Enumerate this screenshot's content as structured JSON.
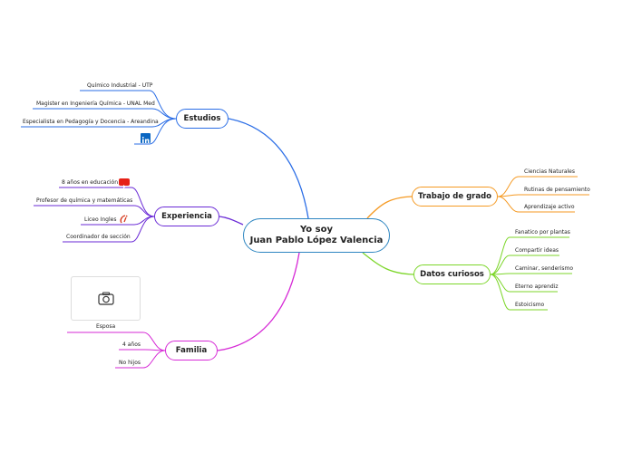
{
  "center": {
    "line1": "Yo soy",
    "line2": "Juan Pablo López Valencia"
  },
  "colors": {
    "estudios": "#2a6de6",
    "experiencia": "#6a2ad6",
    "familia": "#d62ad6",
    "trabajo": "#f59a23",
    "datos": "#7cd629",
    "center_border": "#2e86c1"
  },
  "estudios": {
    "label": "Estudios",
    "items": [
      "Químico Industrial - UTP",
      "Magister en Ingeniería Química - UNAL Med",
      "Especialista en Pedagogía y Docencia - Areandina"
    ],
    "icon": "linkedin-icon"
  },
  "experiencia": {
    "label": "Experiencia",
    "items": [
      "8 años en educación",
      "Profesor de química y matemáticas",
      "Liceo Ingles",
      "Coordinador de sección"
    ],
    "icons": [
      "youtube-icon",
      "liceo-logo-icon"
    ]
  },
  "familia": {
    "label": "Familia",
    "items": [
      "Esposa",
      "4 años",
      "No hijos"
    ],
    "icon": "camera-icon"
  },
  "trabajo": {
    "label": "Trabajo de grado",
    "items": [
      "Ciencias Naturales",
      "Rutinas de pensamiento",
      "Aprendizaje activo"
    ]
  },
  "datos": {
    "label": "Datos curiosos",
    "items": [
      "Fanatico por plantas",
      "Compartir ideas",
      "Caminar, senderismo",
      "Eterno aprendiz",
      "Estoicismo"
    ]
  }
}
